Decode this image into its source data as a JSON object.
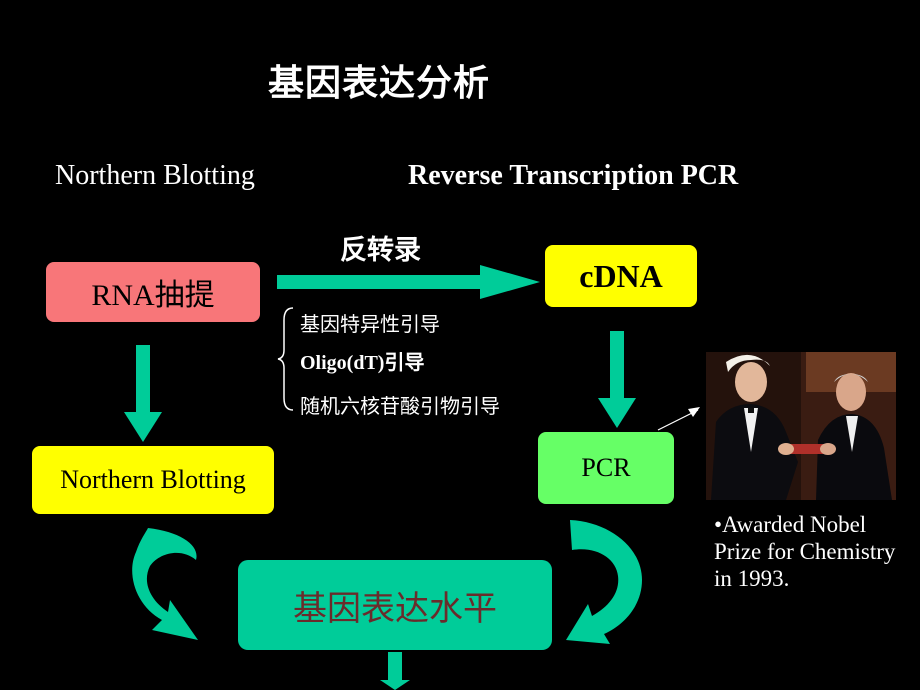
{
  "title": "基因表达分析",
  "columns": {
    "left": "Northern Blotting",
    "right": "Reverse Transcription PCR"
  },
  "boxes": {
    "rna_extraction": "RNA抽提",
    "cdna": "cDNA",
    "northern_blotting": "Northern Blotting",
    "pcr": "PCR",
    "expression_level": "基因表达水平"
  },
  "arrow_label": "反转录",
  "primers": [
    "基因特异性引导",
    "Oligo(dT)引导",
    "随机六核苷酸引物引导"
  ],
  "nobel_note": "•Awarded Nobel Prize for Chemistry in 1993.",
  "colors": {
    "background": "#000000",
    "rna_box": "#f87679",
    "yellow_box": "#ffff00",
    "pcr_box": "#66ff66",
    "level_box": "#00cc99",
    "arrow": "#00cc99"
  }
}
